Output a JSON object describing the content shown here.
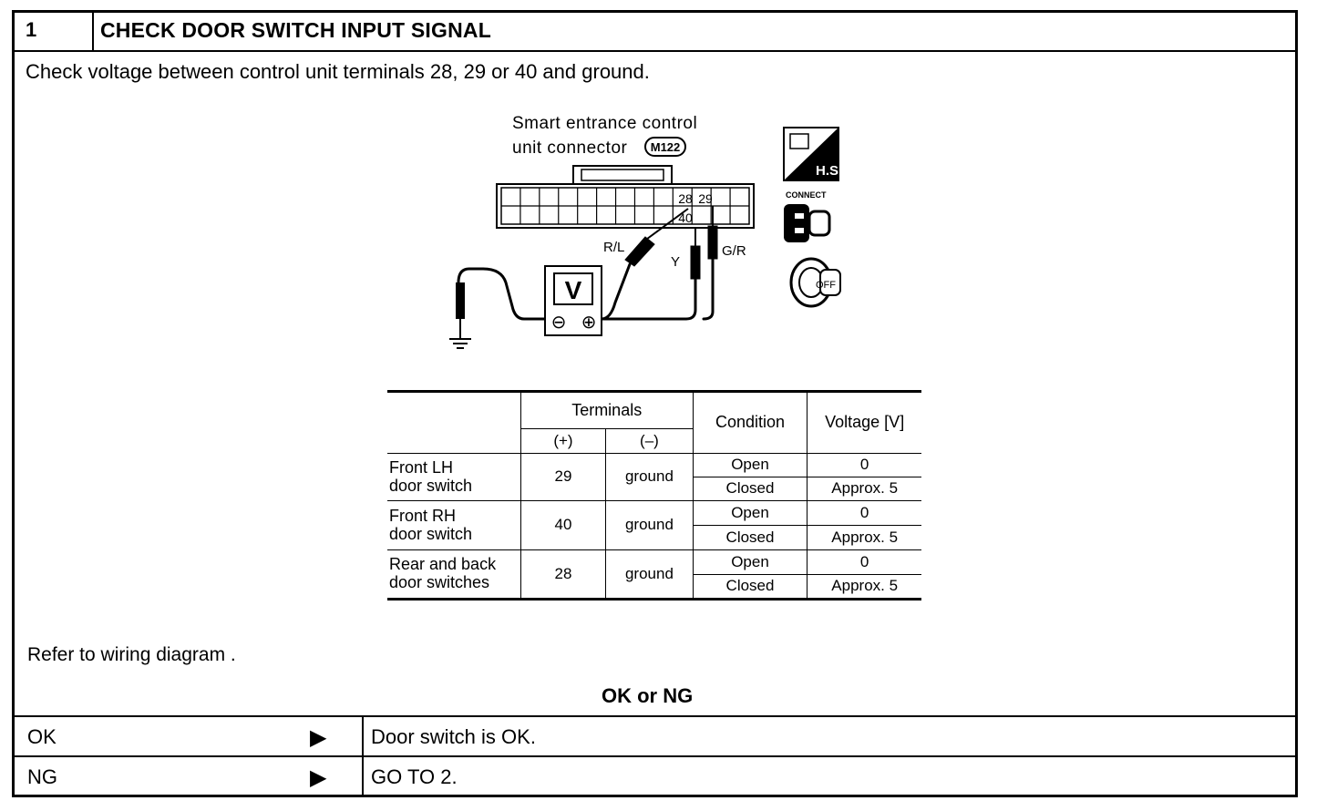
{
  "step": {
    "number": "1",
    "title": "CHECK DOOR SWITCH INPUT SIGNAL"
  },
  "instruction": "Check voltage between control unit terminals 28, 29 or 40 and ground.",
  "diagram": {
    "caption_line1": "Smart entrance control",
    "caption_line2": "unit connector",
    "connector_id": "M122",
    "terminal_a": "28",
    "terminal_b": "29",
    "terminal_c": "40",
    "wire_rl": "R/L",
    "wire_y": "Y",
    "wire_gr": "G/R",
    "meter": "V",
    "minus": "⊖",
    "plus": "⊕",
    "icon_hs": "H.S.",
    "icon_connect": "CONNECT",
    "icon_off": "OFF"
  },
  "table": {
    "header_terminals": "Terminals",
    "header_plus": "(+)",
    "header_minus": "(–)",
    "header_condition": "Condition",
    "header_voltage": "Voltage [V]",
    "rows": [
      {
        "line1": "Front LH",
        "line2": "door switch",
        "plus": "29",
        "minus": "ground",
        "cond1": "Open",
        "volt1": "0",
        "cond2": "Closed",
        "volt2": "Approx. 5"
      },
      {
        "line1": "Front RH",
        "line2": "door switch",
        "plus": "40",
        "minus": "ground",
        "cond1": "Open",
        "volt1": "0",
        "cond2": "Closed",
        "volt2": "Approx. 5"
      },
      {
        "line1": "Rear and back",
        "line2": "door switches",
        "plus": "28",
        "minus": "ground",
        "cond1": "Open",
        "volt1": "0",
        "cond2": "Closed",
        "volt2": "Approx. 5"
      }
    ]
  },
  "refer": "Refer to wiring diagram .",
  "ok_ng_heading": "OK or NG",
  "results": [
    {
      "label": "OK",
      "arrow": "▶",
      "text": "Door switch is OK."
    },
    {
      "label": "NG",
      "arrow": "▶",
      "text": "GO TO 2."
    }
  ]
}
